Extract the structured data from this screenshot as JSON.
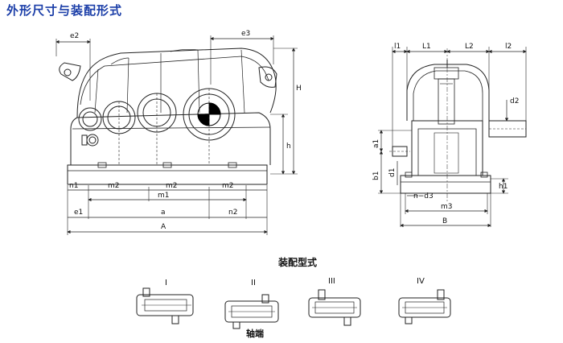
{
  "title": "外形尺寸与装配形式",
  "front_view": {
    "dims": {
      "e2": "e2",
      "e3": "e3",
      "H": "H",
      "h": "h",
      "n1": "n1",
      "m2_a": "m2",
      "m2_b": "m2",
      "m2_c": "m2",
      "m1": "m1",
      "e1": "e1",
      "a": "a",
      "n2": "n2",
      "A": "A"
    }
  },
  "side_view": {
    "dims": {
      "l1": "l1",
      "L1": "L1",
      "L2": "L2",
      "l2": "l2",
      "d2": "d2",
      "a1": "a1",
      "b1": "b1",
      "d1": "d1",
      "n_d3": "n−d3",
      "h1": "h1",
      "m3": "m3",
      "B": "B"
    }
  },
  "assembly": {
    "heading": "装配型式",
    "types": [
      "I",
      "II",
      "III",
      "IV"
    ],
    "shaft_end_label": "轴端"
  }
}
